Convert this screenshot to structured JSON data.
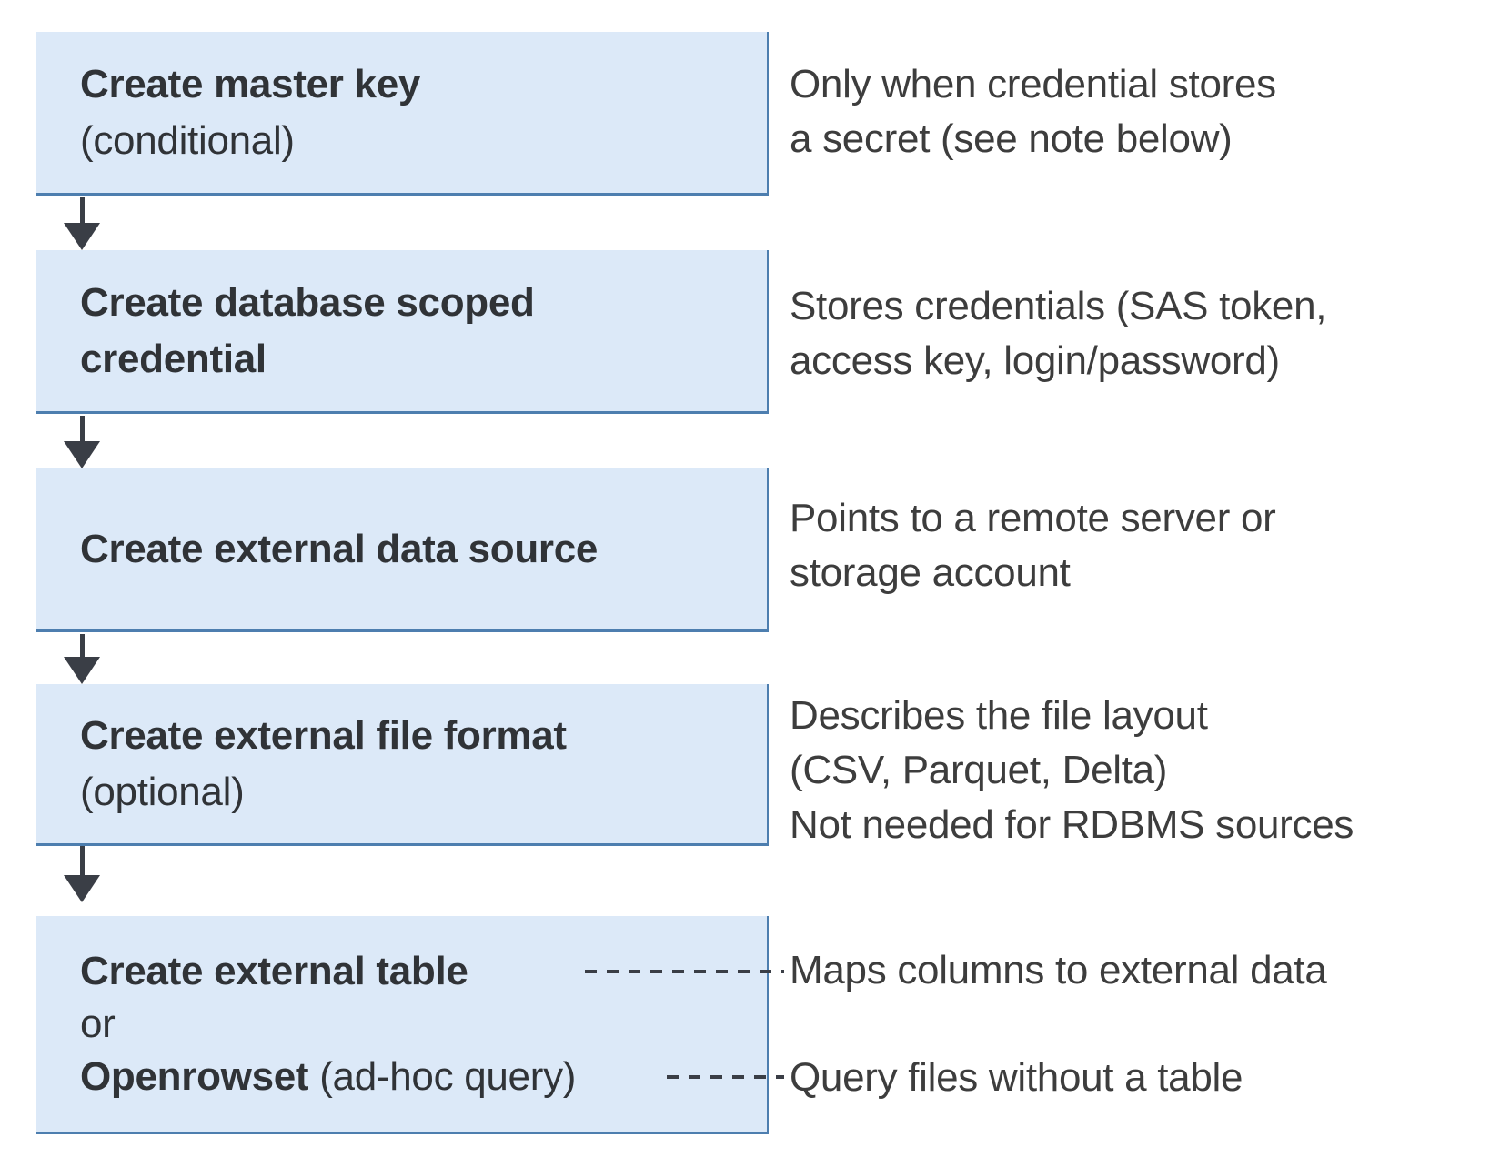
{
  "diagram": {
    "colors": {
      "box_fill": "#dce9f8",
      "box_border": "#4d7eaf",
      "arrow": "#3a3e46",
      "text": "#3d3d3d",
      "title": "#303337"
    },
    "boxes": [
      {
        "title": "Create master key",
        "subtitle": "(conditional)"
      },
      {
        "title_line1": "Create database scoped",
        "title_line2": "credential"
      },
      {
        "title": "Create external data source"
      },
      {
        "title": "Create external file format",
        "subtitle": "(optional)"
      },
      {
        "title": "Create external table",
        "or_label": "or",
        "alt_title": "Openrowset",
        "alt_suffix": " (ad-hoc query)"
      }
    ],
    "descriptions": [
      {
        "lines": [
          "Only when credential stores",
          "a secret (see note below)"
        ]
      },
      {
        "lines": [
          "Stores credentials (SAS token,",
          "access key, login/password)"
        ]
      },
      {
        "lines": [
          "Points to a remote server or",
          "storage account"
        ]
      },
      {
        "lines": [
          "Describes the file layout",
          "(CSV, Parquet, Delta)",
          "Not needed for RDBMS sources"
        ]
      },
      {
        "lines": [
          "Maps columns to external data"
        ]
      },
      {
        "lines": [
          "Query files without a table"
        ]
      }
    ]
  }
}
